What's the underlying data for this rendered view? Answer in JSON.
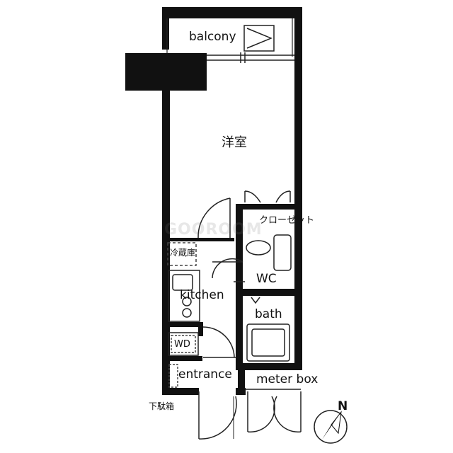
{
  "rooms": {
    "balcony": "balcony",
    "western_room": "洋室",
    "closet": "クローゼット",
    "refrigerator": "冷蔵庫",
    "kitchen": "kitchen",
    "wc": "WC",
    "bath": "bath",
    "washer": "WD",
    "entrance": "entrance",
    "meter_box": "meter box",
    "shoe_box": "下駄箱"
  },
  "compass": {
    "label": "N"
  },
  "watermark": "GOOROOM",
  "colors": {
    "wall": "#111111",
    "line": "#222222",
    "dashed": "#444444"
  }
}
